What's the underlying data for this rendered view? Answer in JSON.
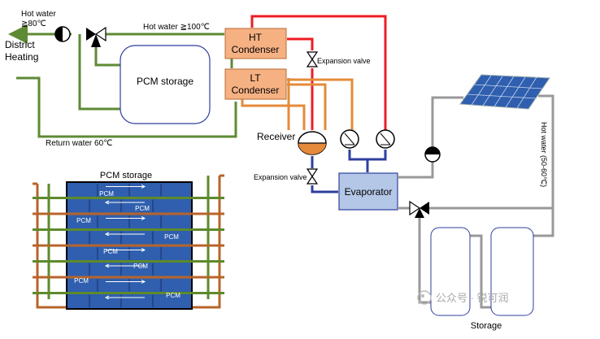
{
  "labels": {
    "district_heating": [
      "District",
      "Heating"
    ],
    "hot_water_80": [
      "Hot water",
      "≧80℃"
    ],
    "hot_water_100": "Hot water ≧100℃",
    "return_water": "Return water 60℃",
    "pcm_storage": "PCM storage",
    "ht_condenser": [
      "HT",
      "Condenser"
    ],
    "lt_condenser": [
      "LT",
      "Condenser"
    ],
    "expansion_valve": "Expansion valve",
    "receiver": "Receiver",
    "evaporator": "Evaporator",
    "hot_water_solar": "Hot water (50-60℃)",
    "storage": "Storage",
    "pcm_detail_title": "PCM storage",
    "pcm_cell": "PCM",
    "watermark": "公众号 · 锐可润"
  },
  "colors": {
    "green": "#5e8a34",
    "red": "#ee1c24",
    "orange": "#e58a3a",
    "blue": "#2f3f9e",
    "grey": "#999999",
    "condenser_fill": "#f6b183",
    "evaporator_fill": "#b4c7e7",
    "pcm_blue": "#2f5fae",
    "brown": "#b8642a",
    "dark_green": "#5d8a2b"
  },
  "icons": {
    "pump": "pump-icon",
    "valve": "valve-icon",
    "compressor": "compressor-icon",
    "solar_panel": "solar-panel-icon"
  }
}
